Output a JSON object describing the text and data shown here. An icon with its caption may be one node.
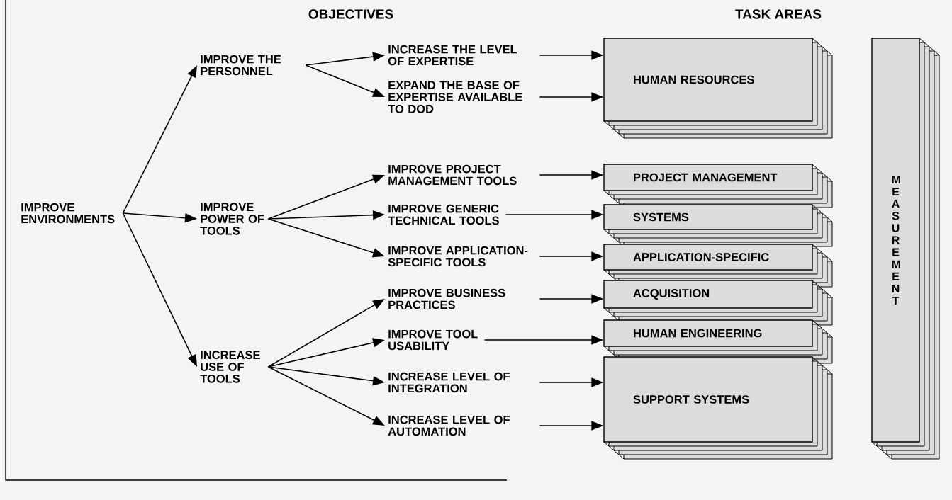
{
  "diagram": {
    "nodes": [
      {
        "text": [
          "IMPROVE ENVIRONMENTS"
        ]
      },
      {
        "text": [
          "IMPROVE THE PERSONNEL"
        ]
      },
      {
        "text": [
          "IMPROVE POWER OF TOOLS"
        ]
      },
      {
        "text": [
          "INCREASE USE OF TOOLS"
        ]
      },
      {
        "text": [
          "INCREASE THE LEVEL OF EXPERTISE"
        ]
      },
      {
        "text": [
          "EXPAND THE BASE OF EXPERTISE AVAILABLE TO DOD"
        ]
      },
      {
        "text": [
          "IMPROVE PROJECT MANAGEMENT TOOLS"
        ]
      },
      {
        "text": [
          "IMPROVE GENERIC TECHNICAL TOOLS"
        ]
      },
      {
        "text": [
          "IMPROVE APPLICATION-SPECIFIC TOOLS"
        ]
      },
      {
        "text": [
          "IMPROVE BUSINESS PRACTICES"
        ]
      },
      {
        "text": [
          "IMPROVE TOOL USABILITY"
        ]
      },
      {
        "text": [
          "INCREASE LEVEL OF INTEGRATION"
        ]
      },
      {
        "text": [
          "INCREASE LEVEL OF AUTOMATION"
        ]
      },
      {
        "text": [
          "HUMAN RESOURCES"
        ]
      },
      {
        "text": [
          "PROJECT MANAGEMENT"
        ]
      },
      {
        "text": [
          "SYSTEMS"
        ]
      },
      {
        "text": [
          "APPLICATION-SPECIFIC"
        ]
      },
      {
        "text": [
          "ACQUISITION"
        ]
      },
      {
        "text": [
          "HUMAN ENGINEERING"
        ]
      },
      {
        "text": [
          "SUPPORT SYSTEMS"
        ]
      },
      {
        "text": [
          "MEASUREMENT"
        ]
      }
    ],
    "edges": [
      {
        "from": 0,
        "to": 1,
        "arrow": "to"
      },
      {
        "from": 0,
        "to": 2,
        "arrow": "to"
      },
      {
        "from": 0,
        "to": 3,
        "arrow": "to"
      },
      {
        "from": 1,
        "to": 4,
        "arrow": "to"
      },
      {
        "from": 1,
        "to": 5,
        "arrow": "to"
      },
      {
        "from": 2,
        "to": 6,
        "arrow": "to"
      },
      {
        "from": 2,
        "to": 7,
        "arrow": "to"
      },
      {
        "from": 2,
        "to": 8,
        "arrow": "to"
      },
      {
        "from": 3,
        "to": 9,
        "arrow": "to"
      },
      {
        "from": 3,
        "to": 10,
        "arrow": "to"
      },
      {
        "from": 3,
        "to": 11,
        "arrow": "to"
      },
      {
        "from": 3,
        "to": 12,
        "arrow": "to"
      },
      {
        "from": 4,
        "to": 13,
        "arrow": "to"
      },
      {
        "from": 5,
        "to": 13,
        "arrow": "to"
      },
      {
        "from": 6,
        "to": 14,
        "arrow": "to"
      },
      {
        "from": 7,
        "to": 15,
        "arrow": "to"
      },
      {
        "from": 8,
        "to": 16,
        "arrow": "to"
      },
      {
        "from": 9,
        "to": 17,
        "arrow": "to"
      },
      {
        "from": 10,
        "to": 18,
        "arrow": "to"
      },
      {
        "from": 11,
        "to": 19,
        "arrow": "to"
      },
      {
        "from": 12,
        "to": 19,
        "arrow": "to"
      }
    ],
    "labels": [
      "OBJECTIVES",
      "TASK AREAS"
    ]
  }
}
